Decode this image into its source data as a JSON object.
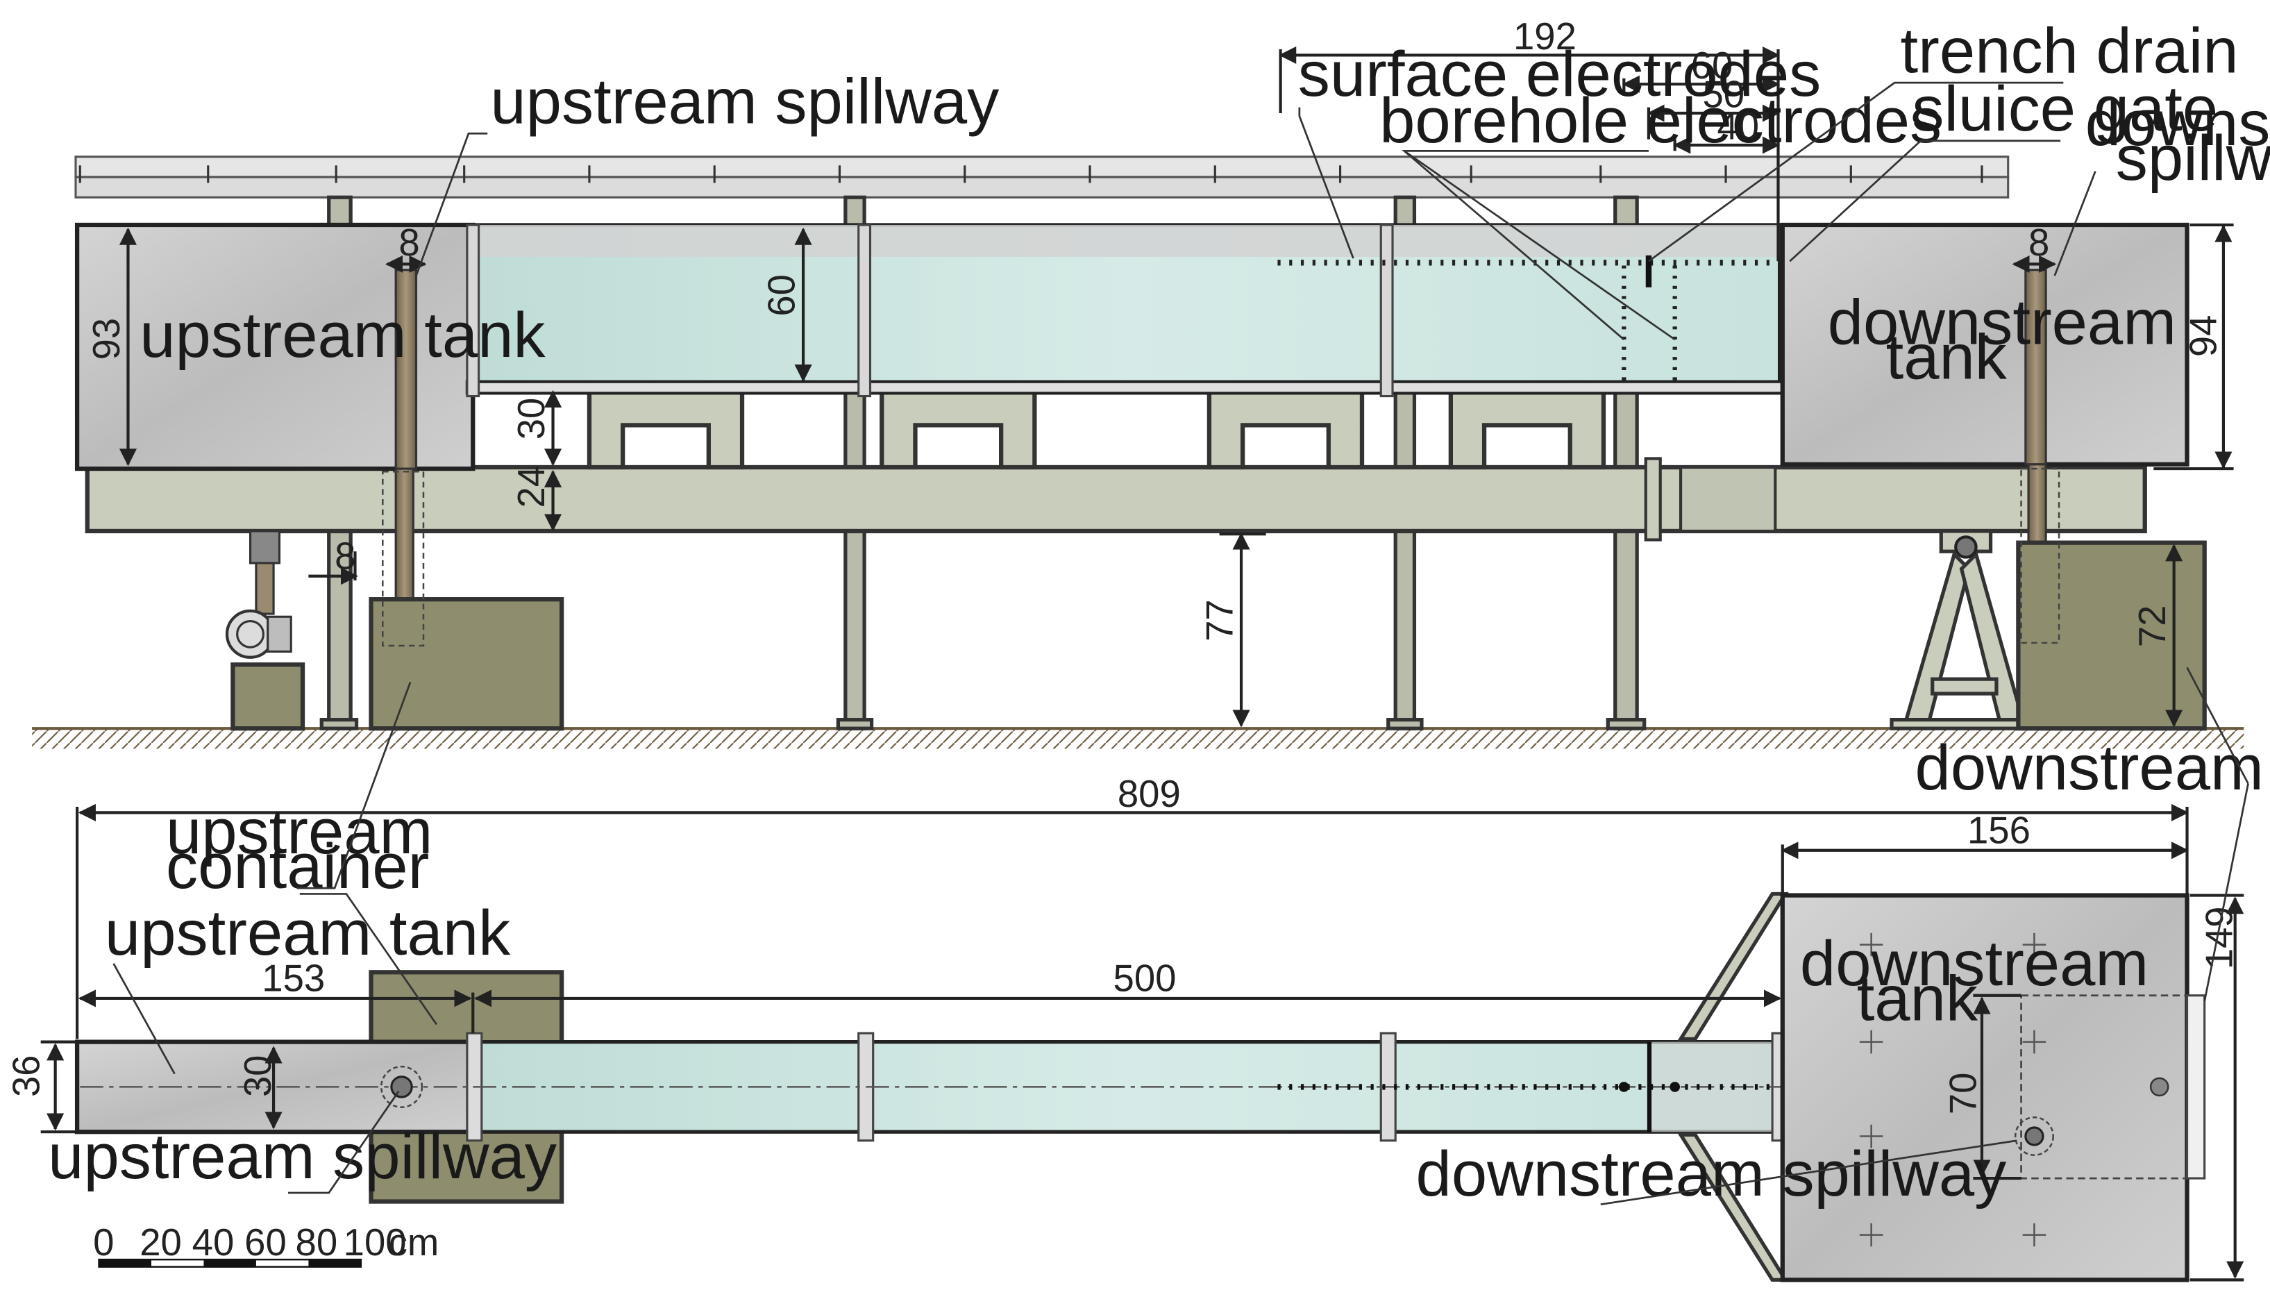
{
  "labels": {
    "upstream_spillway_top": "upstream spillway",
    "surface_electrodes": "surface electrodes",
    "borehole_electrodes": "borehole electrodes",
    "trench_drain": "trench drain",
    "sluice_gate": "sluice gate",
    "downstream_spillway_top": "downstream spillway",
    "upstream_tank_side": "upstream tank",
    "downstream_tank_side": "downstream tank",
    "downstream_container": "downstream container",
    "upstream_container": "upstream container",
    "upstream_tank_plan": "upstream tank",
    "upstream_spillway_plan": "upstream spillway",
    "downstream_tank_plan": "downstream tank",
    "downstream_spillway_plan": "downstream spillway"
  },
  "dimensions": {
    "d192": "192",
    "d60_top": "60",
    "d50": "50",
    "d40": "40",
    "d8_left": "8",
    "d8_right": "8",
    "d93": "93",
    "d60_side": "60",
    "d30_side": "30",
    "d24": "24",
    "d8_pump": "8",
    "d77": "77",
    "d94": "94",
    "d72": "72",
    "d809": "809",
    "d156": "156",
    "d153": "153",
    "d500": "500",
    "d36": "36",
    "d30_plan": "30",
    "d149": "149",
    "d70": "70"
  },
  "scale_bar": {
    "ticks": [
      "0",
      "20",
      "40",
      "60",
      "80",
      "100"
    ],
    "unit": "cm"
  },
  "colors": {
    "tank_grey": "#bfbfbf",
    "water": "#cfe6e2",
    "frame": "#c9cdbc",
    "container_olive": "#8e8e6e",
    "rod": "#8a7a5e",
    "ground": "#a89878"
  }
}
